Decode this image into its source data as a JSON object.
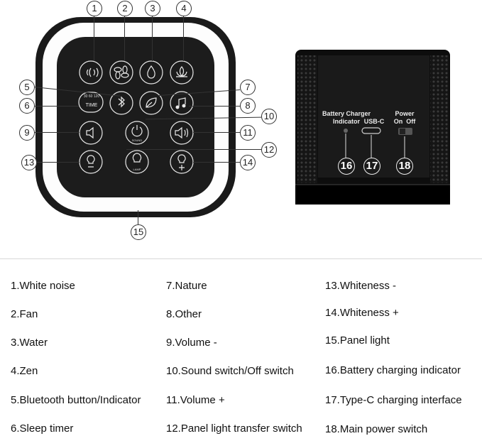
{
  "callouts": [
    "1",
    "2",
    "3",
    "4",
    "5",
    "6",
    "7",
    "8",
    "9",
    "10",
    "11",
    "12",
    "13",
    "14",
    "15"
  ],
  "buttons": {
    "timer_ticks": "30 60 120",
    "timer_text": "TIME",
    "sound_text": "SOUND",
    "lamp_text": "LAMP"
  },
  "ports": {
    "battery_label_1": "Battery Charger",
    "battery_label_2": "Indicator",
    "usbc_label": "USB-C",
    "power_label_1": "Power",
    "power_label_2": "On  Off",
    "nums": [
      "16",
      "17",
      "18"
    ]
  },
  "legend": [
    "1.White noise",
    "2.Fan",
    "3.Water",
    "4.Zen",
    "5.Bluetooth button/Indicator",
    "6.Sleep timer",
    "7.Nature",
    "8.Other",
    "9.Volume -",
    "10.Sound switch/Off switch",
    "11.Volume +",
    "12.Panel light transfer switch",
    "13.Whiteness -",
    "14.Whiteness +",
    "15.Panel light",
    "16.Battery charging indicator",
    "17.Type-C charging interface",
    "18.Main power switch"
  ]
}
